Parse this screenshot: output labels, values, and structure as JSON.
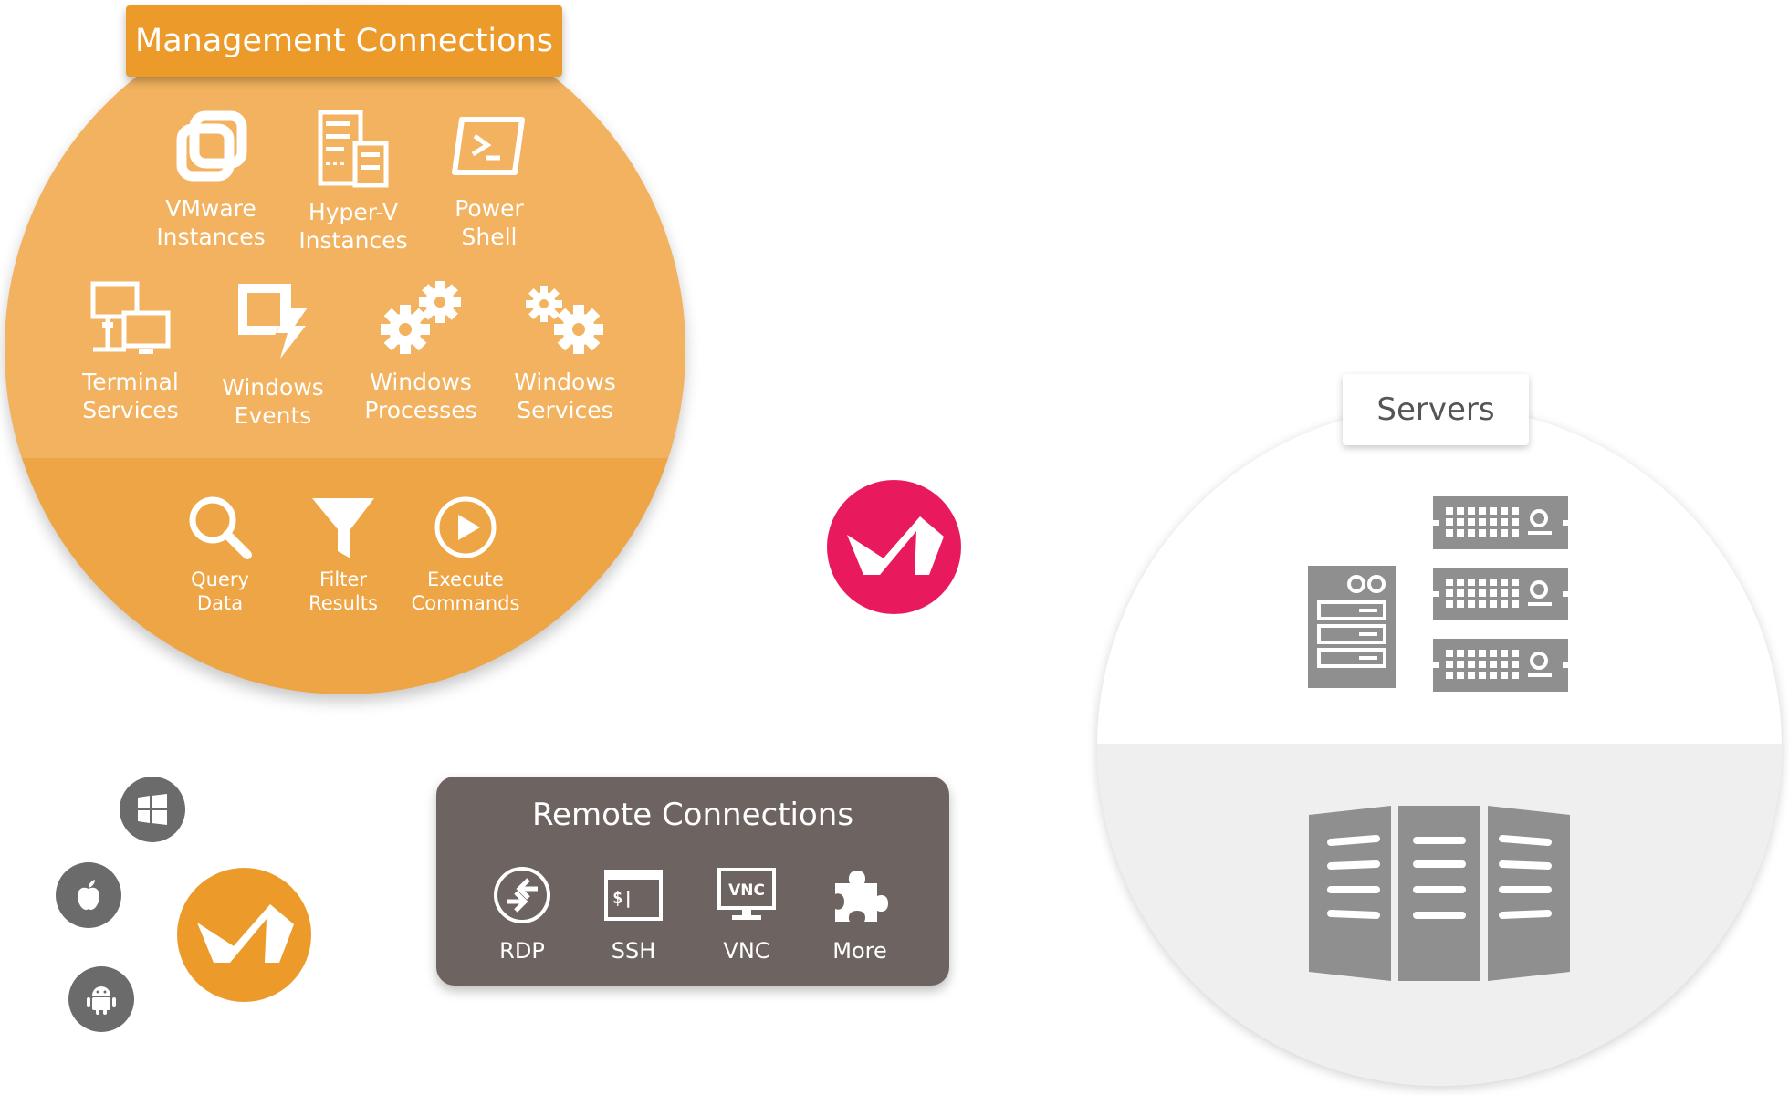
{
  "management": {
    "title": "Management Connections",
    "items": [
      {
        "line1": "VMware",
        "line2": "Instances",
        "icon": "vmware-icon"
      },
      {
        "line1": "Hyper-V",
        "line2": "Instances",
        "icon": "hyperv-icon"
      },
      {
        "line1": "Power",
        "line2": "Shell",
        "icon": "powershell-icon"
      },
      {
        "line1": "Terminal",
        "line2": "Services",
        "icon": "terminal-services-icon"
      },
      {
        "line1": "Windows",
        "line2": "Events",
        "icon": "windows-events-icon"
      },
      {
        "line1": "Windows",
        "line2": "Processes",
        "icon": "gears-icon"
      },
      {
        "line1": "Windows",
        "line2": "Services",
        "icon": "services-gears-icon"
      }
    ],
    "actions": [
      {
        "line1": "Query",
        "line2": "Data",
        "icon": "search-icon"
      },
      {
        "line1": "Filter",
        "line2": "Results",
        "icon": "filter-icon"
      },
      {
        "line1": "Execute",
        "line2": "Commands",
        "icon": "play-icon"
      }
    ]
  },
  "remote": {
    "title": "Remote Connections",
    "items": [
      {
        "label": "RDP",
        "icon": "rdp-icon"
      },
      {
        "label": "SSH",
        "icon": "ssh-terminal-icon"
      },
      {
        "label": "VNC",
        "icon": "vnc-monitor-icon"
      },
      {
        "label": "More",
        "icon": "puzzle-icon"
      }
    ]
  },
  "servers": {
    "title": "Servers"
  },
  "platforms": [
    "windows-icon",
    "apple-icon",
    "android-icon"
  ],
  "colors": {
    "orange": "#ec9b2b",
    "orange_light": "#f2b25f",
    "pink": "#e81a5d",
    "remote_bg": "#6d6360",
    "server_gray": "#8f8f8f",
    "platform_gray": "#6b6b6b"
  }
}
